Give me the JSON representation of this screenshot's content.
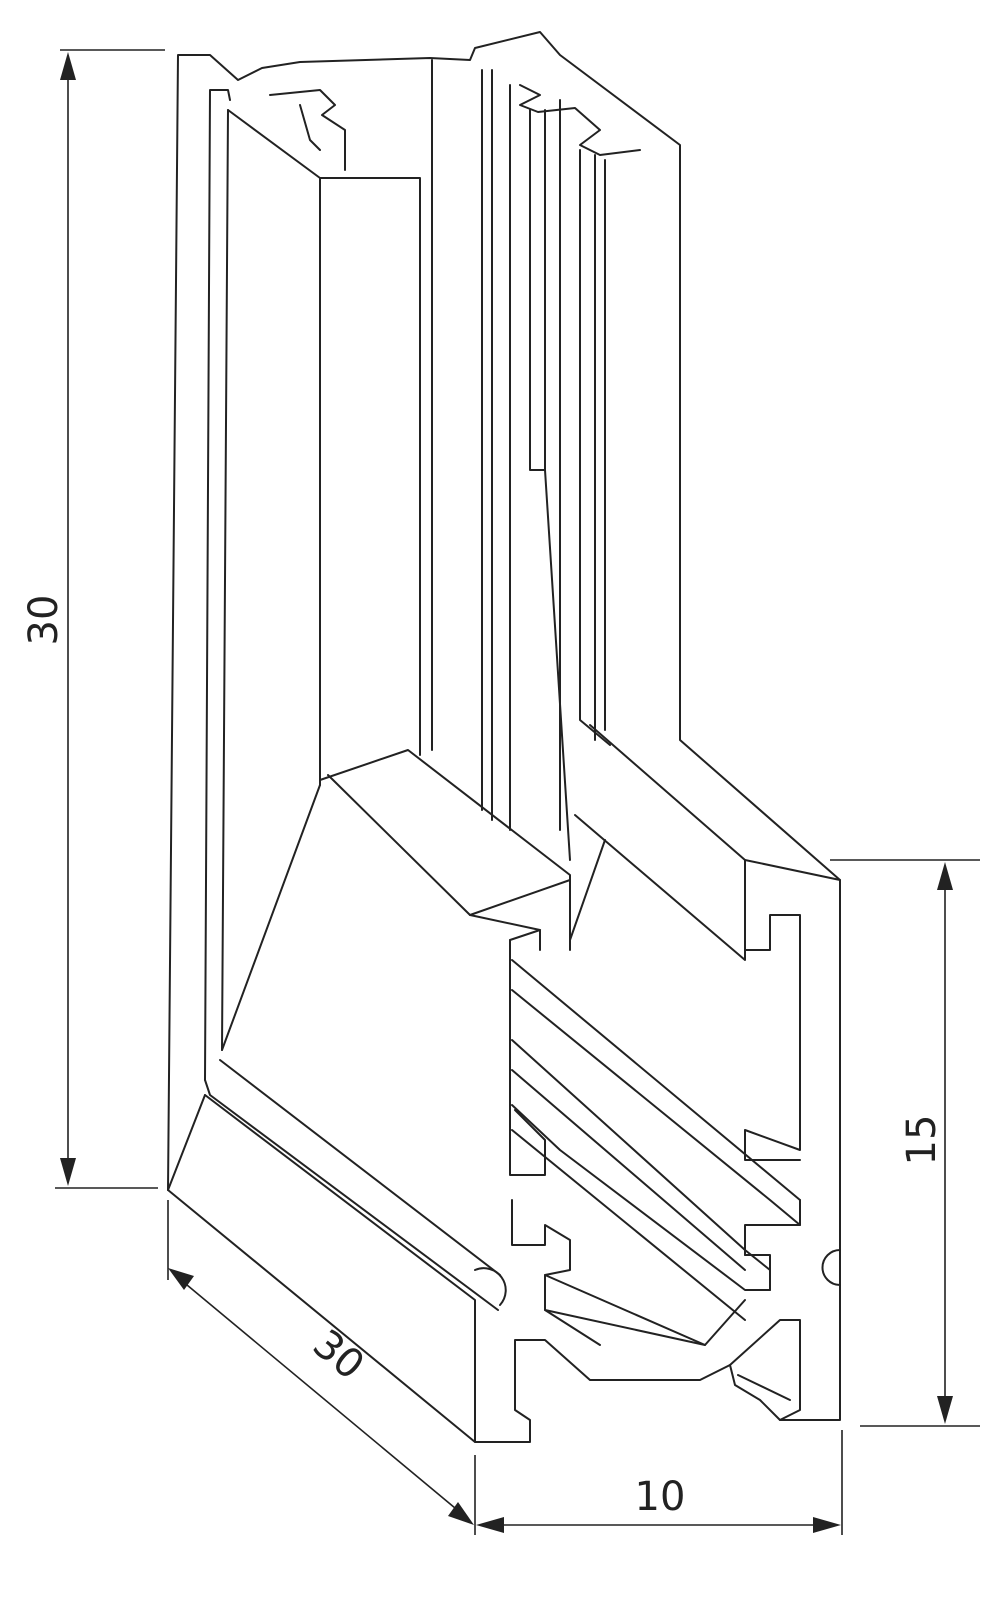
{
  "dimensions": {
    "height_total": "30",
    "depth": "30",
    "width": "10",
    "height_lower": "15"
  },
  "colors": {
    "line": "#222222",
    "background": "#ffffff"
  }
}
